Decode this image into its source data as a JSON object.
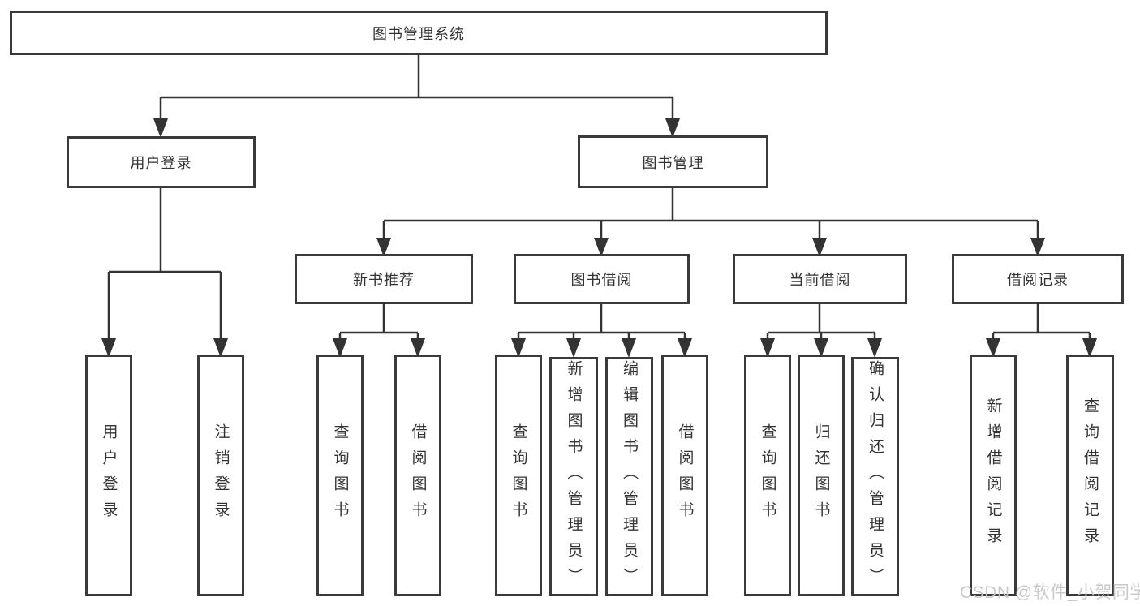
{
  "nodes": {
    "root": "图书管理系统",
    "user_login": "用户登录",
    "book_management": "图书管理",
    "new_book_recommend": "新书推荐",
    "book_borrowing": "图书借阅",
    "current_borrowing": "当前借阅",
    "borrowing_records": "借阅记录",
    "ul_user_login": "用户登录",
    "ul_logout": "注销登录",
    "nb_query_books": "查询图书",
    "nb_borrow_books": "借阅图书",
    "bb_query_books": "查询图书",
    "bb_add_books": "新增图书（管理员）",
    "bb_edit_books": "编辑图书（管理员）",
    "bb_borrow_books": "借阅图书",
    "cb_query_books": "查询图书",
    "cb_return_books": "归还图书",
    "cb_confirm_return": "确认归还（管理员）",
    "br_add_record": "新增借阅记录",
    "br_query_record": "查询借阅记录"
  },
  "hierarchy": {
    "图书管理系统": {
      "用户登录": [
        "用户登录",
        "注销登录"
      ],
      "图书管理": {
        "新书推荐": [
          "查询图书",
          "借阅图书"
        ],
        "图书借阅": [
          "查询图书",
          "新增图书（管理员）",
          "编辑图书（管理员）",
          "借阅图书"
        ],
        "当前借阅": [
          "查询图书",
          "归还图书",
          "确认归还（管理员）"
        ],
        "借阅记录": [
          "新增借阅记录",
          "查询借阅记录"
        ]
      }
    }
  },
  "watermark": "CSDN @软件_小贺同学",
  "colors": {
    "line": "#333333",
    "box_border": "#3a3a3a",
    "text": "#333333",
    "watermark": "#c6c6c6",
    "background": "#ffffff"
  }
}
